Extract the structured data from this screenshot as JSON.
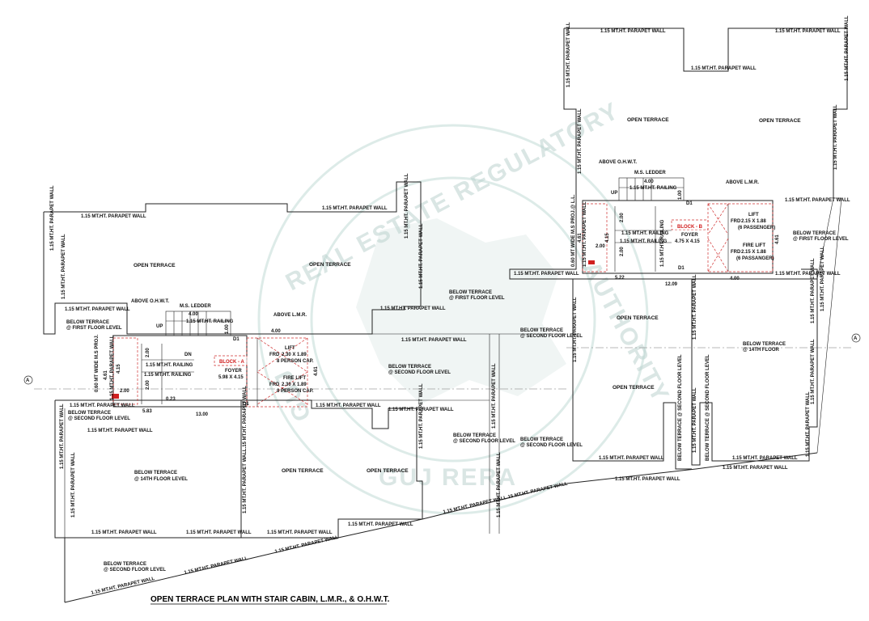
{
  "title": "OPEN TERRACE PLAN WITH STAIR CABIN, L.M.R., & O.H.W.T.",
  "watermark": {
    "top_arc": "REAL ESTATE REGULATORY",
    "right_arc": "AUTHORITY",
    "left_arc": "GUJ",
    "bottom": "GUJ RERA",
    "color": "#bcd3cf"
  },
  "labels": {
    "parapet": "1.15 MT.HT. PARAPET WALL",
    "parapet_split": "1.15 MT.HT. PARAPET WALL.15 MT.HT. PARAPET WALL",
    "open_terrace": "OPEN TERRACE",
    "below_first_a": "BELOW TERRACE",
    "below_first_b": "@ FIRST FLOOR LEVEL",
    "below_second_a": "BELOW TERRACE",
    "below_second_b": "@ SECOND FLOOR LEVEL",
    "below_14_a": "BELOW TERRACE",
    "below_14_b": "@ 14TH FLOOR LEVEL",
    "below_14_short": "@ 14TH FLOOR",
    "below_second_vertical": "BELOW TERRACE @ SECOND FLOOR LEVEL",
    "proj": "0.60 MT WIDE M.S PROJ.@ L.L.",
    "proj_short": "0.60 MT WIDE M.S PROJ.",
    "above_ohwt": "ABOVE O.H.W.T.",
    "above_lmr": "ABOVE L.M.R.",
    "ms_ledder": "M.S. LEDDER",
    "ms_railing": "1.15 MT.HT. RAILING",
    "up": "UP",
    "dn": "DN",
    "d1": "D1",
    "frd": "FRD",
    "axis_a": "A"
  },
  "block_a": {
    "name": "BLOCK - A",
    "foyer": "FOYER",
    "foyer_size": "5.98 X 4.15",
    "lift": "LIFT",
    "lift_size": "2.30 X 1.89",
    "lift_cap": "8 PERSON CAP.",
    "fire_lift": "FIRE LIFT",
    "fire_lift_size": "2.30 X 1.89",
    "fire_lift_cap": "8 PERSON CAP.",
    "dims": {
      "ledder_w": "4.00",
      "ledder_h": "1.00",
      "lmr_w": "4.00",
      "v1": "4.61",
      "v2": "4.15",
      "v3": "2.00",
      "v4": "2.00",
      "h1": "2.00",
      "h2": "0.23",
      "h3": "5.83",
      "h4": "13.00",
      "h5": "4.61"
    }
  },
  "block_b": {
    "name": "BLOCK - B",
    "foyer": "FOYER",
    "foyer_size": "4.75 X 4.15",
    "lift": "LIFT",
    "lift_size": "2.15 X 1.88",
    "lift_cap": "(6 PASSENGER)",
    "fire_lift": "FIRE LIFT",
    "fire_lift_size": "2.15 X 1.88",
    "fire_lift_cap": "(6 PASSANGER)",
    "dims": {
      "ledder_w": "4.00",
      "ledder_h": "1.00",
      "v1": "4.61",
      "v2": "4.15",
      "v3": "2.00",
      "v4": "2.00",
      "h1": "2.00",
      "h2": "5.22",
      "h3": "12.09",
      "h4": "4.00",
      "v5": "4.61"
    }
  }
}
